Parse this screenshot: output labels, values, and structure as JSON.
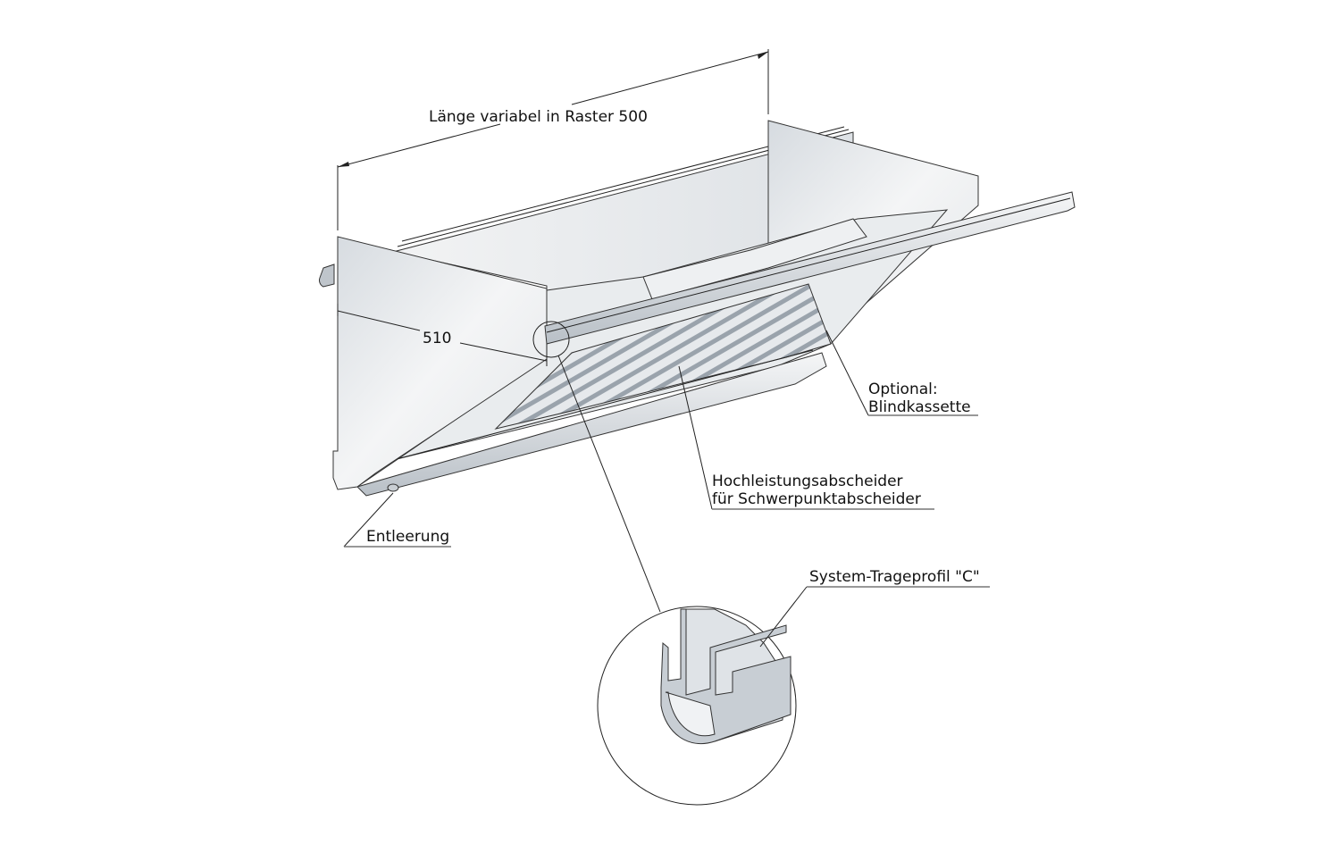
{
  "dimensions": {
    "length_label": "Länge variabel in Raster 500",
    "depth_label": "510"
  },
  "callouts": {
    "optional_line1": "Optional:",
    "optional_line2": "Blindkassette",
    "separator_line1": "Hochleistungsabscheider",
    "separator_line2": "für Schwerpunktabscheider",
    "drain": "Entleerung",
    "profile": "System-Trageprofil \"C\""
  }
}
